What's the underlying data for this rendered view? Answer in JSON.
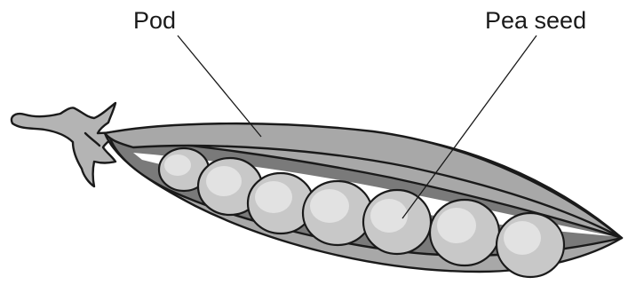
{
  "labels": {
    "pod": "Pod",
    "pea_seed": "Pea seed"
  },
  "colors": {
    "pod_outer": "#a8a8a8",
    "pod_inner": "#7a7a7a",
    "pod_lining": "#ffffff",
    "pea_fill": "#c8c8c8",
    "pea_highlight": "#e2e2e2",
    "stem": "#b4b4b4",
    "outline": "#1a1a1a"
  },
  "pea_count": 7
}
